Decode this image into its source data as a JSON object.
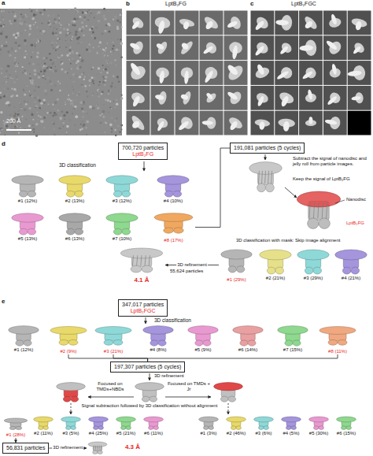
{
  "diagram": {
    "nodes": [
      {
        "text": [
          "700,720 particles",
          "LptB₂FG"
        ]
      },
      {
        "text": [
          "191,081 particles (5 cycles)"
        ]
      },
      {
        "text": [
          "#8 (17%)"
        ]
      },
      {
        "text": [
          "#1 (29%)"
        ]
      },
      {
        "text": [
          "4.1 Å"
        ]
      },
      {
        "text": [
          "347,017 particles",
          "LptB₂FGC"
        ]
      },
      {
        "text": [
          "#2 (9%)"
        ]
      },
      {
        "text": [
          "#3 (21%)"
        ]
      },
      {
        "text": [
          "#8 (11%)"
        ]
      },
      {
        "text": [
          "197,307 particles (5 cycles)"
        ]
      },
      {
        "text": [
          "#1 (28%)"
        ]
      },
      {
        "text": [
          "56,831 particles"
        ]
      },
      {
        "text": [
          "4.3 Å"
        ]
      }
    ],
    "edges": [
      {
        "from": 2,
        "to": 1,
        "arrow": "none"
      },
      {
        "from": 3,
        "to": 4,
        "label": "3D refinement",
        "arrow": "to"
      },
      {
        "from": 6,
        "to": 9,
        "arrow": "none"
      },
      {
        "from": 7,
        "to": 9,
        "arrow": "none"
      },
      {
        "from": 8,
        "to": 9,
        "arrow": "none"
      },
      {
        "from": 10,
        "to": 11,
        "arrow": "to"
      },
      {
        "from": 11,
        "to": 12,
        "label": "3D refinement",
        "arrow": "to"
      }
    ],
    "labels": [
      "a",
      "b",
      "LptB₂FG",
      "c",
      "LptB₂FGC",
      "200 Å",
      "d",
      "3D classification",
      "#1 (12%)",
      "#2 (13%)",
      "#3 (12%)",
      "#4 (10%)",
      "#5 (13%)",
      "#6 (13%)",
      "#7 (10%)",
      "Subtract the signal of nanodisc and jelly roll from particle images.",
      "Keep the signal of LptB₂FG",
      "Nanodisc",
      "LptB₂FG",
      "3D classification with mask: Skip image alignment",
      "#2 (21%)",
      "#3 (29%)",
      "#4 (21%)",
      "55,624 particles",
      "e",
      "3D classification",
      "#1 (12%)",
      "#4 (8%)",
      "#5 (9%)",
      "#6 (14%)",
      "#7 (15%)",
      "3D refinement",
      "Focused on TMDs+NBDs",
      "Focused on TMDs + Jr",
      "Signal subtraction followed by 3D classification without alignment",
      "#2 (11%)",
      "#3 (5%)",
      "#4 (25%)",
      "#5 (21%)",
      "#6 (11%)",
      "#1 (3%)",
      "#2 (46%)",
      "#3 (6%)",
      "#4 (5%)",
      "#5 (30%)",
      "#6 (15%)"
    ]
  }
}
